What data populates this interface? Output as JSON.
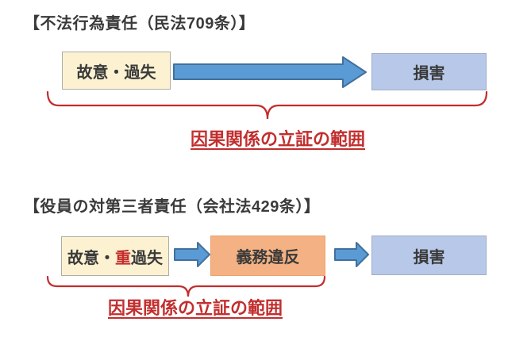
{
  "colors": {
    "arrow_fill": "#5B9BD5",
    "arrow_border": "#41719C",
    "yellow_box_fill": "#FCF2D2",
    "yellow_box_border": "#AEAEA4",
    "blue_box_fill": "#B8C8E8",
    "blue_box_border": "#A2AEC6",
    "orange_box_fill": "#F4B183",
    "orange_box_border": "#EDA26F",
    "red_accent": "#C22E2E",
    "text_color": "#3A3A3A"
  },
  "section1": {
    "title": "【不法行為責任（民法709条）】",
    "box_cause": "故意・過失",
    "box_damage": "損害",
    "caption": "因果関係の立証の範囲"
  },
  "section2": {
    "title": "【役員の対第三者責任（会社法429条）】",
    "box_cause_prefix": "故意・",
    "box_cause_highlight": "重",
    "box_cause_suffix": "過失",
    "box_breach": "義務違反",
    "box_damage": "損害",
    "caption": "因果関係の立証の範囲"
  }
}
